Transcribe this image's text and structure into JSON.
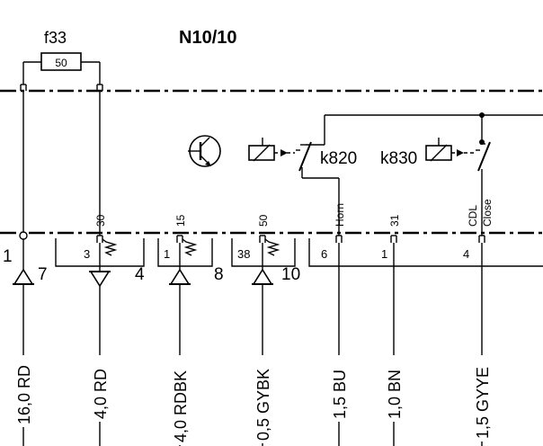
{
  "module": {
    "title": "N10/10"
  },
  "fuse": {
    "name": "f33",
    "rating": "50"
  },
  "relays": [
    {
      "name": "k820"
    },
    {
      "name": "k830"
    }
  ],
  "control_pins": [
    "30",
    "15",
    "50",
    "Horn",
    "31",
    "CDL",
    "Close"
  ],
  "terminal_numbers": [
    "3",
    "1",
    "38",
    "6",
    "1",
    "4"
  ],
  "connector_numbers": [
    "1",
    "7",
    "4",
    "8",
    "10"
  ],
  "wires": [
    {
      "label": "16,0 RD"
    },
    {
      "label": "4,0 RD"
    },
    {
      "label": "4,0 RDBK"
    },
    {
      "label": "0,5 GYBK"
    },
    {
      "label": "1,5 BU"
    },
    {
      "label": "1,0 BN"
    },
    {
      "label": "1,5 GYYE"
    }
  ],
  "icons": {
    "transistor": "transistor-symbol-icon",
    "coil": "relay-coil-icon",
    "diode": "diode-arrow-icon"
  },
  "colors": {
    "line": "#000000",
    "background": "#ffffff"
  }
}
